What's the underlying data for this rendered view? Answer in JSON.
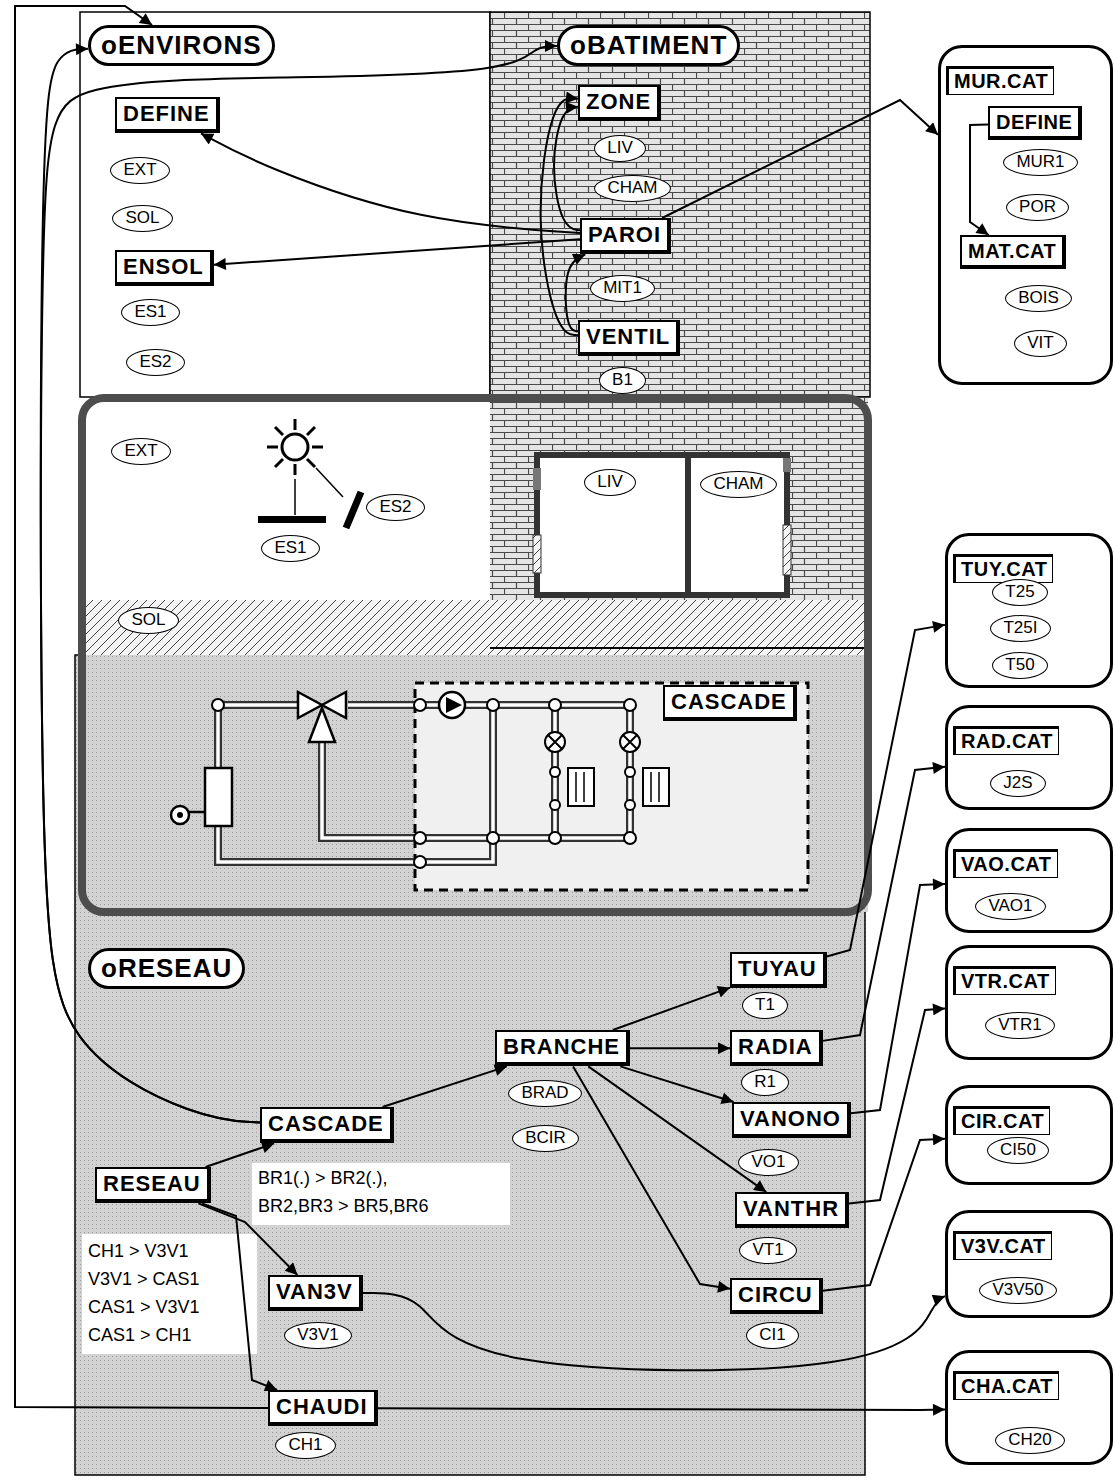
{
  "diagram": {
    "nodes": [
      {
        "text": [
          "oENVIRONS"
        ]
      },
      {
        "text": [
          "oBATIMENT"
        ]
      },
      {
        "text": [
          "DEFINE"
        ]
      },
      {
        "text": [
          "EXT"
        ]
      },
      {
        "text": [
          "SOL"
        ]
      },
      {
        "text": [
          "ENSOL"
        ]
      },
      {
        "text": [
          "ES1"
        ]
      },
      {
        "text": [
          "ES2"
        ]
      },
      {
        "text": [
          "ZONE"
        ]
      },
      {
        "text": [
          "LIV"
        ]
      },
      {
        "text": [
          "CHAM"
        ]
      },
      {
        "text": [
          "PAROI"
        ]
      },
      {
        "text": [
          "MIT1"
        ]
      },
      {
        "text": [
          "VENTIL"
        ]
      },
      {
        "text": [
          "B1"
        ]
      },
      {
        "text": [
          "MUR.CAT"
        ]
      },
      {
        "text": [
          "DEFINE"
        ],
        "in": 15
      },
      {
        "text": [
          "MUR1"
        ],
        "in": 15
      },
      {
        "text": [
          "POR"
        ],
        "in": 15
      },
      {
        "text": [
          "MAT.CAT"
        ],
        "in": 15
      },
      {
        "text": [
          "BOIS"
        ],
        "in": 15
      },
      {
        "text": [
          "VIT"
        ],
        "in": 15
      },
      {
        "text": [
          "EXT"
        ]
      },
      {
        "text": [
          "ES2"
        ]
      },
      {
        "text": [
          "ES1"
        ]
      },
      {
        "text": [
          "LIV"
        ]
      },
      {
        "text": [
          "CHAM"
        ]
      },
      {
        "text": [
          "SOL"
        ]
      },
      {
        "text": [
          "CASCADE"
        ]
      },
      {
        "text": [
          "TUY.CAT"
        ]
      },
      {
        "text": [
          "T25"
        ],
        "in": 29
      },
      {
        "text": [
          "T25I"
        ],
        "in": 29
      },
      {
        "text": [
          "T50"
        ],
        "in": 29
      },
      {
        "text": [
          "RAD.CAT"
        ]
      },
      {
        "text": [
          "J2S"
        ],
        "in": 33
      },
      {
        "text": [
          "VAO.CAT"
        ]
      },
      {
        "text": [
          "VAO1"
        ],
        "in": 35
      },
      {
        "text": [
          "oRESEAU"
        ]
      },
      {
        "text": [
          "VTR.CAT"
        ]
      },
      {
        "text": [
          "VTR1"
        ],
        "in": 38
      },
      {
        "text": [
          "TUYAU"
        ]
      },
      {
        "text": [
          "T1"
        ]
      },
      {
        "text": [
          "BRANCHE"
        ]
      },
      {
        "text": [
          "RADIA"
        ]
      },
      {
        "text": [
          "BRAD"
        ]
      },
      {
        "text": [
          "R1"
        ]
      },
      {
        "text": [
          "BCIR"
        ]
      },
      {
        "text": [
          "VANONO"
        ]
      },
      {
        "text": [
          "VO1"
        ]
      },
      {
        "text": [
          "CIR.CAT"
        ]
      },
      {
        "text": [
          "CI50"
        ],
        "in": 49
      },
      {
        "text": [
          "CASCADE"
        ]
      },
      {
        "text": [
          "RESEAU"
        ]
      },
      {
        "text": [
          "VANTHR"
        ]
      },
      {
        "text": [
          "VT1"
        ]
      },
      {
        "text": [
          "V3V.CAT"
        ]
      },
      {
        "text": [
          "V3V50"
        ],
        "in": 55
      },
      {
        "text": [
          "CIRCU"
        ]
      },
      {
        "text": [
          "CI1"
        ]
      },
      {
        "text": [
          "VAN3V"
        ]
      },
      {
        "text": [
          "V3V1"
        ]
      },
      {
        "text": [
          "CHAUDI"
        ]
      },
      {
        "text": [
          "CH1"
        ]
      },
      {
        "text": [
          "CHA.CAT"
        ]
      },
      {
        "text": [
          "CH20"
        ],
        "in": 63
      }
    ],
    "edges": [
      {
        "from": 51,
        "to": 0,
        "arrow": "to"
      },
      {
        "from": 51,
        "to": 1,
        "arrow": "to"
      },
      {
        "from": 61,
        "to": 0,
        "arrow": "to"
      },
      {
        "from": 11,
        "to": 2,
        "arrow": "to"
      },
      {
        "from": 11,
        "to": 5,
        "arrow": "to"
      },
      {
        "from": 11,
        "to": 8,
        "arrow": "to"
      },
      {
        "from": 13,
        "to": 8,
        "arrow": "to"
      },
      {
        "from": 13,
        "to": 11,
        "arrow": "to"
      },
      {
        "from": 11,
        "to": 15,
        "arrow": "to"
      },
      {
        "from": 16,
        "to": 19,
        "arrow": "to"
      },
      {
        "from": 52,
        "to": 51,
        "arrow": "to"
      },
      {
        "from": 52,
        "to": 59,
        "arrow": "to"
      },
      {
        "from": 52,
        "to": 61,
        "arrow": "to"
      },
      {
        "from": 51,
        "to": 42,
        "arrow": "to"
      },
      {
        "from": 42,
        "to": 40,
        "arrow": "to"
      },
      {
        "from": 42,
        "to": 43,
        "arrow": "to"
      },
      {
        "from": 42,
        "to": 47,
        "arrow": "to"
      },
      {
        "from": 42,
        "to": 53,
        "arrow": "to"
      },
      {
        "from": 42,
        "to": 57,
        "arrow": "to"
      },
      {
        "from": 40,
        "to": 29,
        "arrow": "to"
      },
      {
        "from": 43,
        "to": 33,
        "arrow": "to"
      },
      {
        "from": 47,
        "to": 35,
        "arrow": "to"
      },
      {
        "from": 53,
        "to": 38,
        "arrow": "to"
      },
      {
        "from": 57,
        "to": 49,
        "arrow": "to"
      },
      {
        "from": 59,
        "to": 55,
        "arrow": "to"
      },
      {
        "from": 61,
        "to": 63,
        "arrow": "to"
      }
    ],
    "labels": [
      "BR1(.) > BR2(.),",
      "BR2,BR3 > BR5,BR6",
      "CH1 > V3V1",
      "V3V1 > CAS1",
      "CAS1 > V3V1",
      "CAS1 > CH1"
    ]
  }
}
